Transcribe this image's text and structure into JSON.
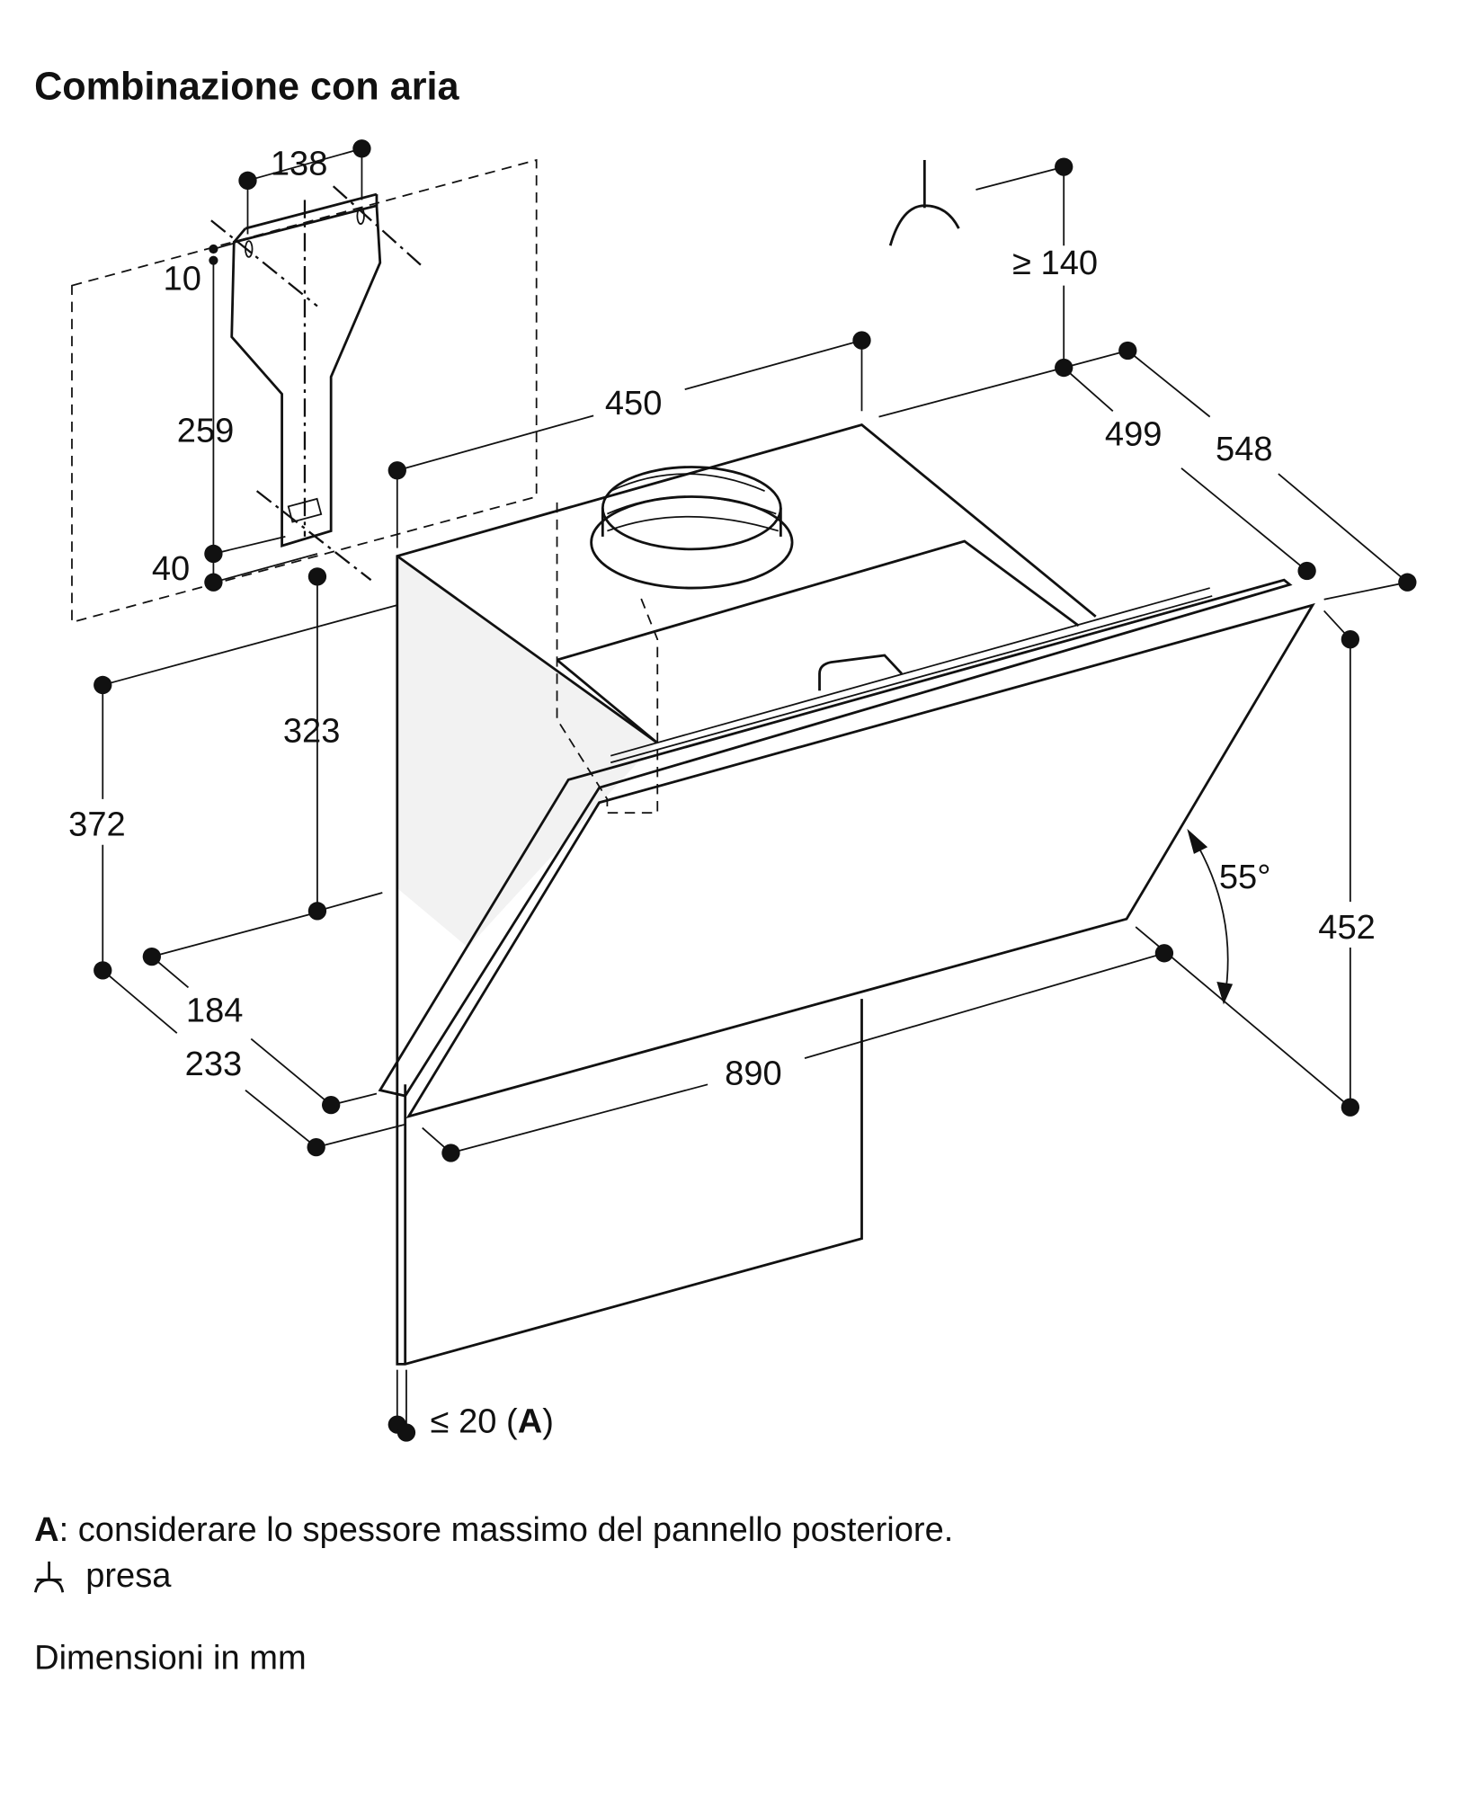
{
  "title": "Combinazione con aria",
  "dimensions": {
    "bracket_width": "138",
    "bracket_offset": "10",
    "bracket_height": "259",
    "bracket_bottom": "40",
    "bracket_to_hood": "323",
    "hood_depth_top": "450",
    "socket_clearance": "≥ 140",
    "depth_499": "499",
    "depth_548": "548",
    "angle": "55°",
    "height_452": "452",
    "height_372": "372",
    "depth_184": "184",
    "depth_233": "233",
    "width_890": "890",
    "back_panel_prefix": "≤ 20 (",
    "back_panel_ref": "A",
    "back_panel_suffix": ")"
  },
  "legend": {
    "a_key": "A",
    "a_text": ": considerare lo spessore massimo del pannello posteriore.",
    "socket_icon": "socket-icon",
    "socket_text": "presa"
  },
  "units_note": "Dimensioni in mm"
}
